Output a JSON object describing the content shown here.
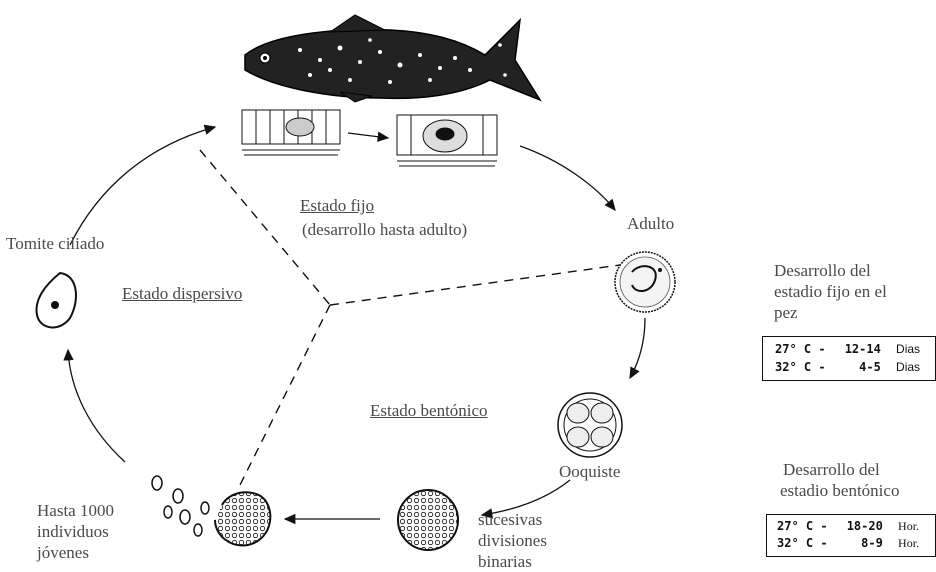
{
  "labels": {
    "estado_fijo": "Estado fijo",
    "estado_fijo_sub": "(desarrollo hasta adulto)",
    "adulto": "Adulto",
    "tomite": "Tomite ciliado",
    "estado_dispersivo": "Estado dispersivo",
    "estado_bentonico": "Estado bentónico",
    "ooquiste": "Ooquiste",
    "divisiones": [
      "sucesivas",
      "divisiones",
      "binarias"
    ],
    "jovenes": [
      "Hasta 1000",
      "individuos",
      "jóvenes"
    ]
  },
  "panel_fijo": {
    "title": [
      "Desarrollo del",
      "estadio fijo en el",
      "pez"
    ],
    "rows": [
      {
        "temp": "27° C -",
        "range": "12-14",
        "unit": "Dias"
      },
      {
        "temp": "32° C -",
        "range": "4-5",
        "unit": "Dias"
      }
    ]
  },
  "panel_bentonico": {
    "title": [
      "Desarrollo del",
      "estadio bentónico"
    ],
    "rows": [
      {
        "temp": "27° C -",
        "range": "18-20",
        "unit": "Hor."
      },
      {
        "temp": "32° C -",
        "range": "8-9",
        "unit": "Hor."
      }
    ]
  }
}
